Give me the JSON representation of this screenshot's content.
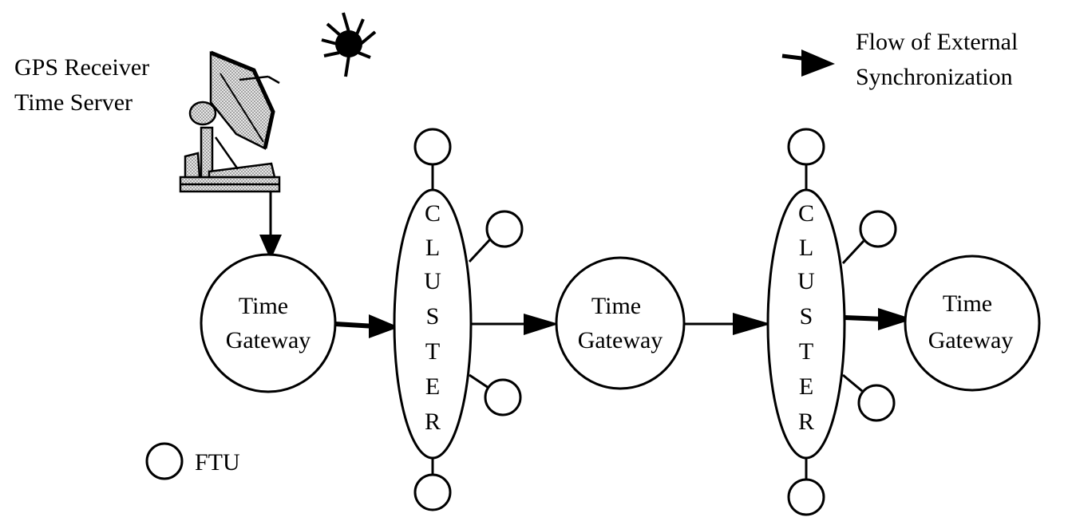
{
  "gps": {
    "line1": "GPS Receiver",
    "line2": "Time Server",
    "dish_icon": "satellite-dish-icon",
    "sun_icon": "satellite-icon"
  },
  "legend": {
    "flow_line1": "Flow of External",
    "flow_line2": "Synchronization",
    "ftu_label": "FTU"
  },
  "gateways": [
    {
      "line1": "Time",
      "line2": "Gateway"
    },
    {
      "line1": "Time",
      "line2": "Gateway"
    },
    {
      "line1": "Time",
      "line2": "Gateway"
    }
  ],
  "clusters": [
    {
      "letters": [
        "C",
        "L",
        "U",
        "S",
        "T",
        "E",
        "R"
      ]
    },
    {
      "letters": [
        "C",
        "L",
        "U",
        "S",
        "T",
        "E",
        "R"
      ]
    }
  ],
  "colors": {
    "stroke": "#000000",
    "background": "#ffffff",
    "dish_fill": "#9a9a9a"
  }
}
